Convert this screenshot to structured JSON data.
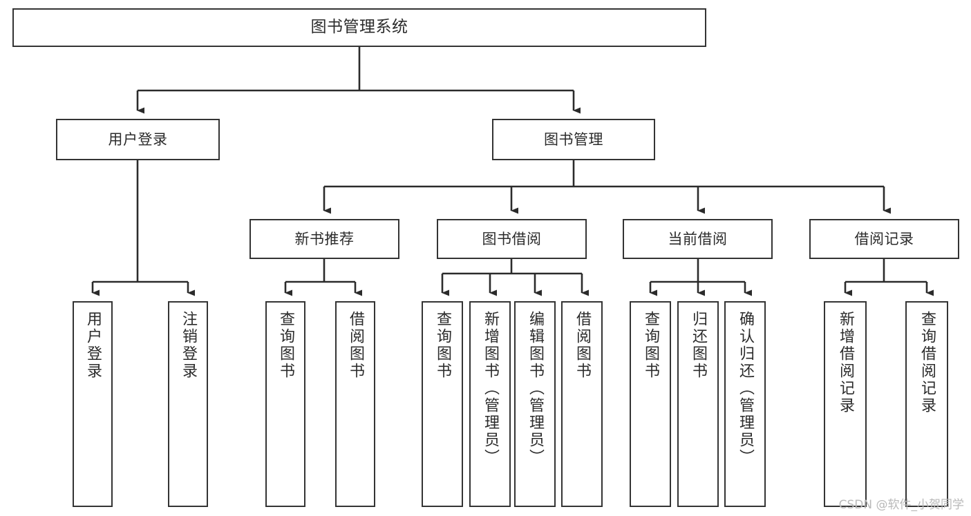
{
  "diagram": {
    "title": "图书管理系统",
    "type": "hierarchical-tree",
    "watermark": "CSDN @软件_小贺同学",
    "colors": {
      "background": "#ffffff",
      "box_fill": "#ffffff",
      "box_border": "#333333",
      "connector": "#2b2b2b",
      "text": "#2b2b2b",
      "watermark": "#b9b9b9"
    },
    "root": {
      "label": "图书管理系统"
    },
    "level1": [
      {
        "label": "用户登录"
      },
      {
        "label": "图书管理"
      }
    ],
    "level2": [
      {
        "label": "新书推荐"
      },
      {
        "label": "图书借阅"
      },
      {
        "label": "当前借阅"
      },
      {
        "label": "借阅记录"
      }
    ],
    "leaves": {
      "user_login": [
        {
          "label": "用户登录"
        },
        {
          "label": "注销登录"
        }
      ],
      "new_book_recommend": [
        {
          "label": "查询图书"
        },
        {
          "label": "借阅图书"
        }
      ],
      "book_borrow": [
        {
          "label": "查询图书"
        },
        {
          "label": "新增图书（管理员）"
        },
        {
          "label": "编辑图书（管理员）"
        },
        {
          "label": "借阅图书"
        }
      ],
      "current_borrow": [
        {
          "label": "查询图书"
        },
        {
          "label": "归还图书"
        },
        {
          "label": "确认归还（管理员）"
        }
      ],
      "borrow_record": [
        {
          "label": "新增借阅记录"
        },
        {
          "label": "查询借阅记录"
        }
      ]
    }
  }
}
